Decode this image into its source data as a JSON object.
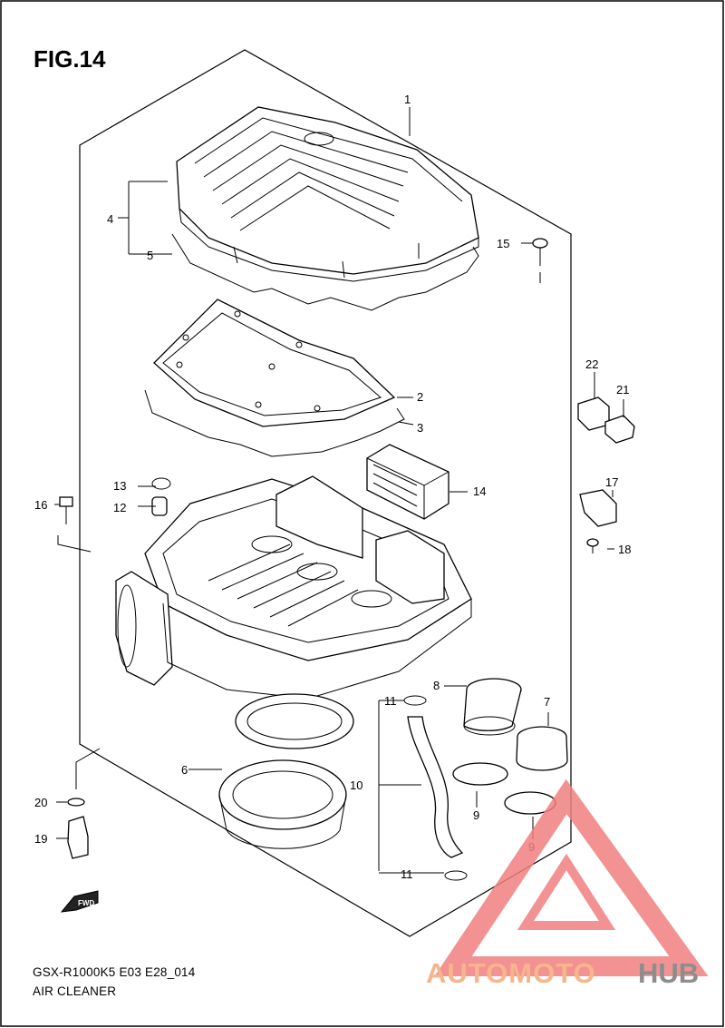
{
  "figure": {
    "title": "FIG.14"
  },
  "caption": {
    "model_line": "GSX-R1000K5 E03 E28_014",
    "name": "AIR CLEANER"
  },
  "watermark": {
    "brand_a": "AUTOMOTO",
    "brand_b": "HUB",
    "color_a": "#f5a97a",
    "color_b": "#7a7a7a",
    "triangle_color": "#f08080"
  },
  "fwd_label": "FWD",
  "callouts": {
    "c1": "1",
    "c2": "2",
    "c3": "3",
    "c4": "4",
    "c5": "5",
    "c6": "6",
    "c7": "7",
    "c8": "8",
    "c9a": "9",
    "c9b": "9",
    "c10": "10",
    "c11a": "11",
    "c11b": "11",
    "c12": "12",
    "c13": "13",
    "c14": "14",
    "c15": "15",
    "c16": "16",
    "c17": "17",
    "c18": "18",
    "c19": "19",
    "c20": "20",
    "c21": "21",
    "c22": "22"
  }
}
